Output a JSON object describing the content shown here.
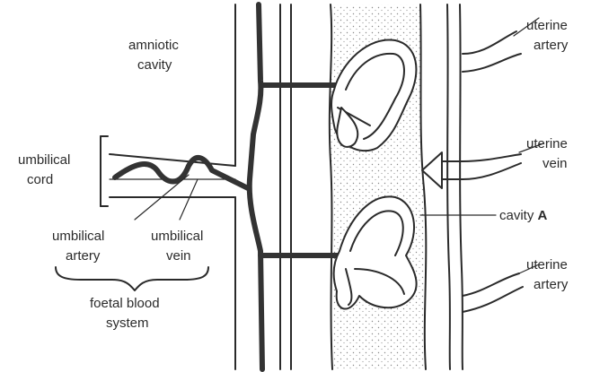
{
  "labels": {
    "amniotic_1": "amniotic",
    "amniotic_2": "cavity",
    "cord_1": "umbilical",
    "cord_2": "cord",
    "artery_1": "umbilical",
    "artery_2": "artery",
    "vein_1": "umbilical",
    "vein_2": "vein",
    "foetal_1": "foetal blood",
    "foetal_2": "system",
    "uterine_artery_top_1": "uterine",
    "uterine_artery_top_2": "artery",
    "uterine_vein_1": "uterine",
    "uterine_vein_2": "vein",
    "cavity_a_prefix": "cavity ",
    "cavity_a_letter": "A",
    "uterine_artery_bottom_1": "uterine",
    "uterine_artery_bottom_2": "artery"
  },
  "colors": {
    "ink": "#2a2a2a",
    "stipple": "#8a8a8a",
    "background": "#ffffff"
  }
}
